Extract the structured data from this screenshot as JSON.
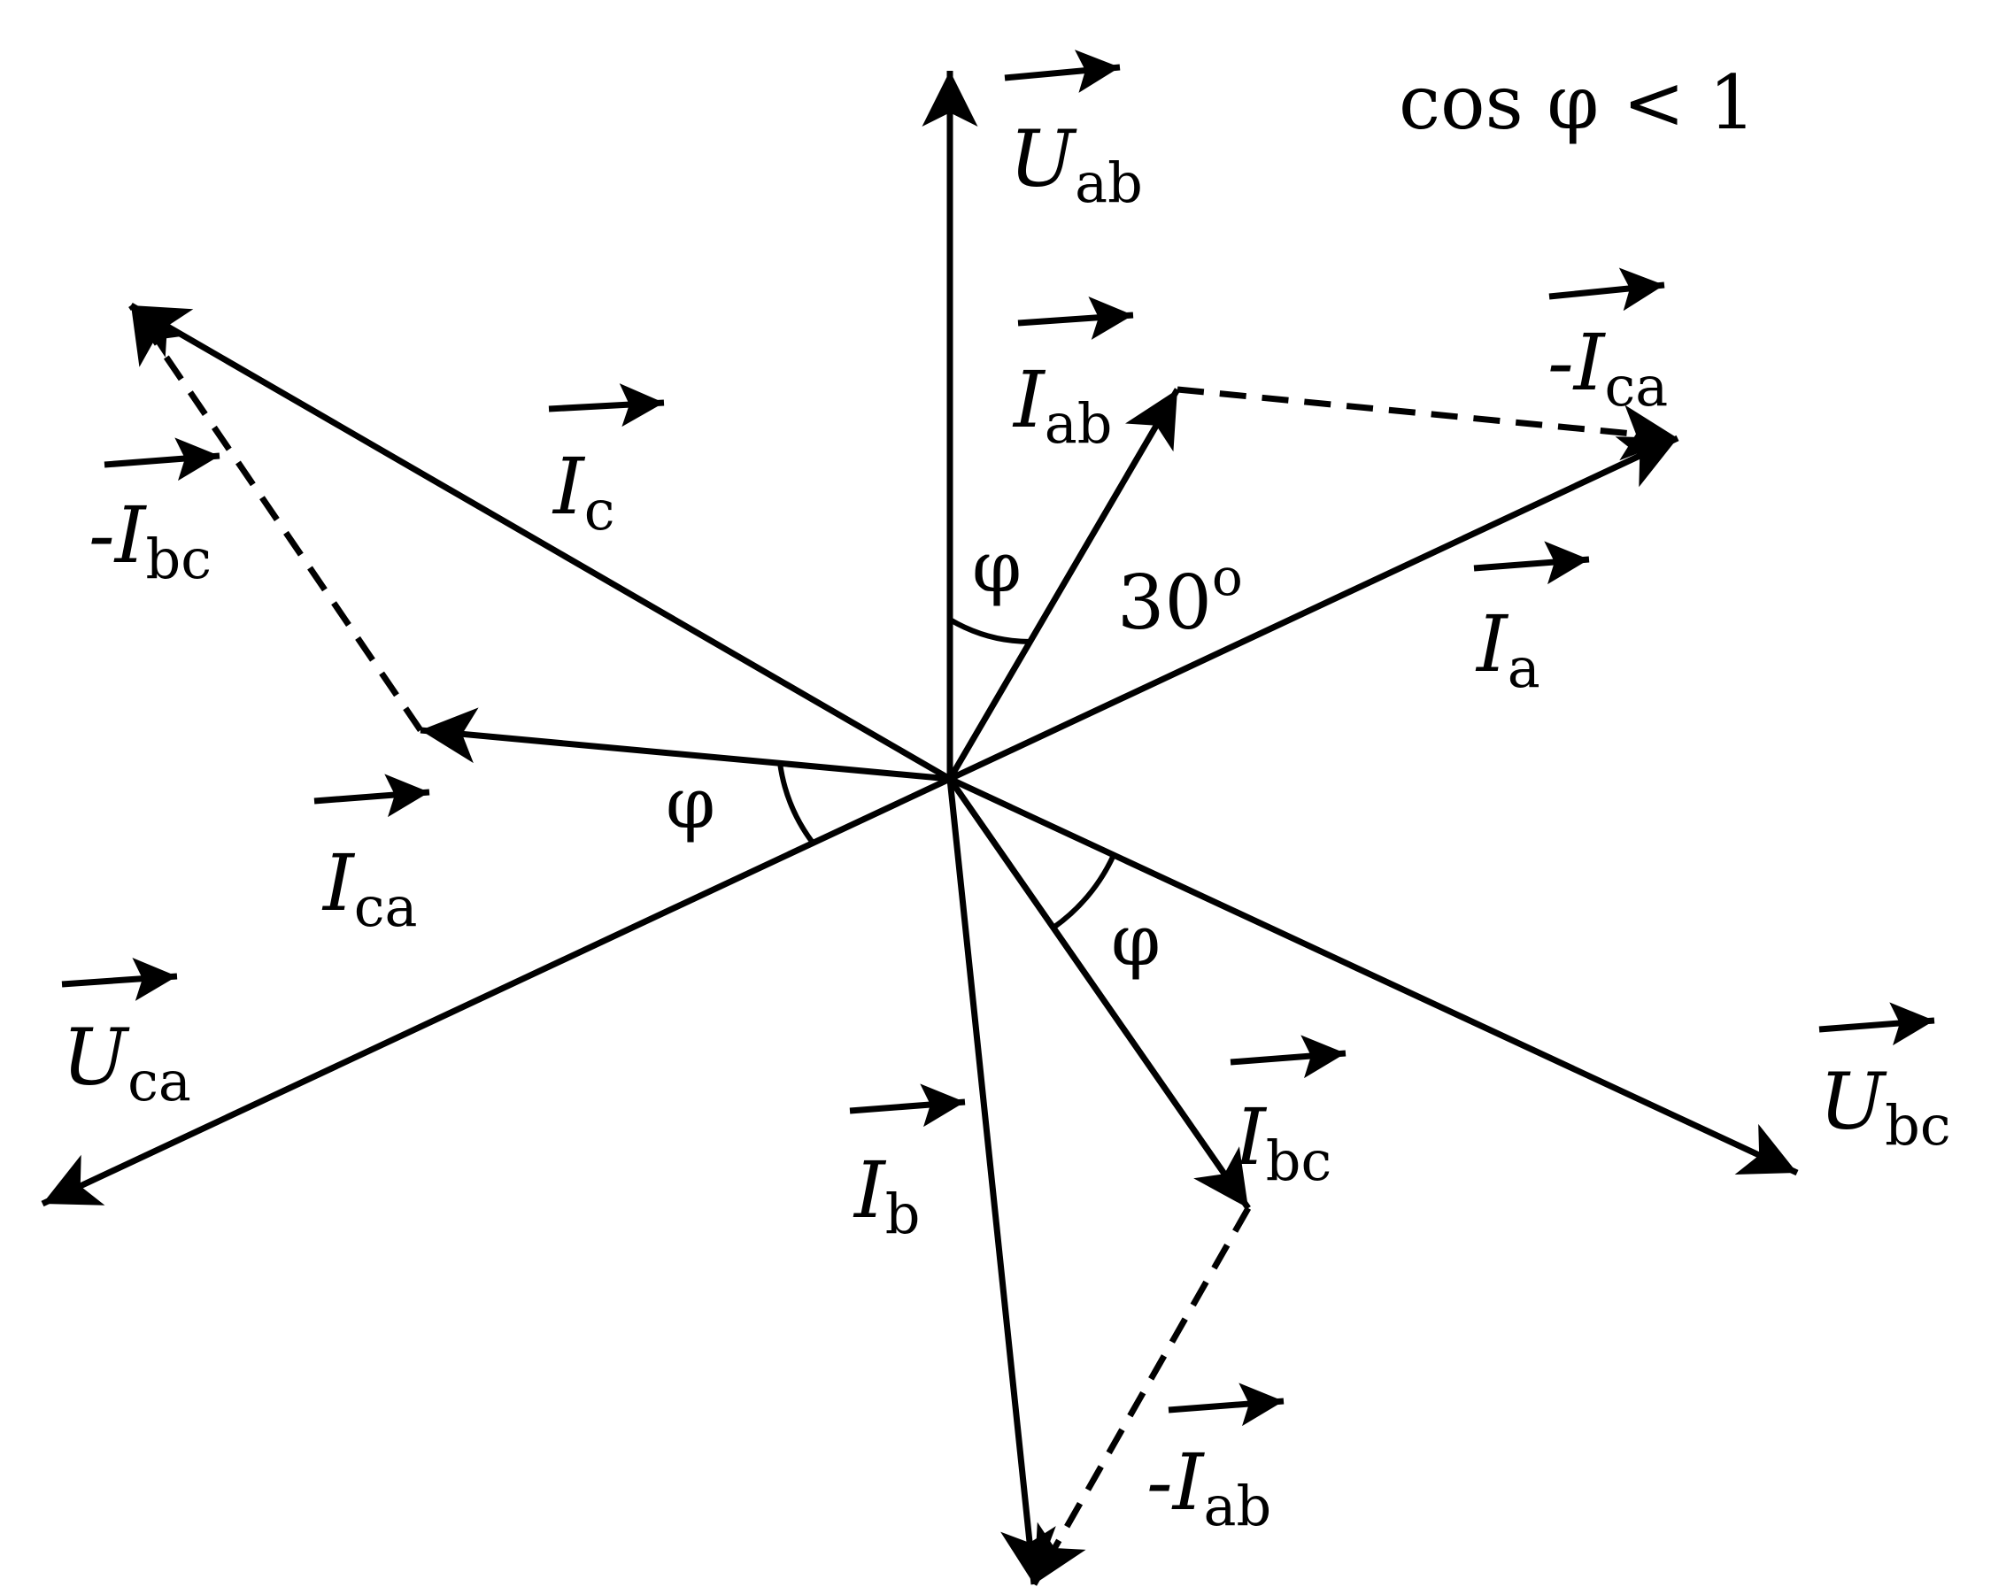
{
  "title": "cos φ < 1",
  "angle_label": "30",
  "angle_unit": "o",
  "phi_symbol": "φ",
  "vectors": {
    "U_ab": {
      "sign": "",
      "main": "U",
      "sub": "ab"
    },
    "U_bc": {
      "sign": "",
      "main": "U",
      "sub": "bc"
    },
    "U_ca": {
      "sign": "",
      "main": "U",
      "sub": "ca"
    },
    "I_ab": {
      "sign": "",
      "main": "I",
      "sub": "ab"
    },
    "I_bc": {
      "sign": "",
      "main": "I",
      "sub": "bc"
    },
    "I_ca": {
      "sign": "",
      "main": "I",
      "sub": "ca"
    },
    "I_a": {
      "sign": "",
      "main": "I",
      "sub": "a"
    },
    "I_b": {
      "sign": "",
      "main": "I",
      "sub": "b"
    },
    "I_c": {
      "sign": "",
      "main": "I",
      "sub": "c"
    },
    "neg_I_ca": {
      "sign": "-",
      "main": "I",
      "sub": "ca"
    },
    "neg_I_bc": {
      "sign": "-",
      "main": "I",
      "sub": "bc"
    },
    "neg_I_ab": {
      "sign": "-",
      "main": "I",
      "sub": "ab"
    }
  }
}
